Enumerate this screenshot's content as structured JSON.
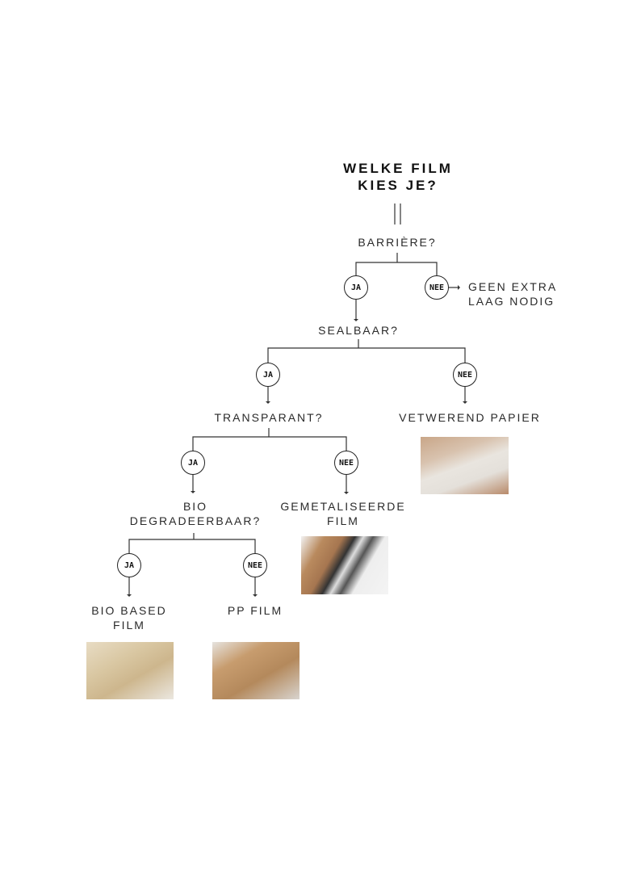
{
  "title": {
    "line1": "WELKE FILM",
    "line2": "KIES JE?"
  },
  "answers": {
    "yes": "JA",
    "no": "NEE"
  },
  "nodes": {
    "barriere": "BARRIÈRE?",
    "geen_extra": {
      "line1": "GEEN EXTRA",
      "line2": "LAAG NODIG"
    },
    "sealbaar": "SEALBAAR?",
    "transparant": "TRANSPARANT?",
    "vetwerend": "VETWEREND PAPIER",
    "bio_degradeerbaar": {
      "line1": "BIO",
      "line2": "DEGRADEERBAAR?"
    },
    "gemetaliseerde": {
      "line1": "GEMETALISEERDE",
      "line2": "FILM"
    },
    "bio_based": {
      "line1": "BIO BASED",
      "line2": "FILM"
    },
    "pp_film": "PP FILM"
  }
}
